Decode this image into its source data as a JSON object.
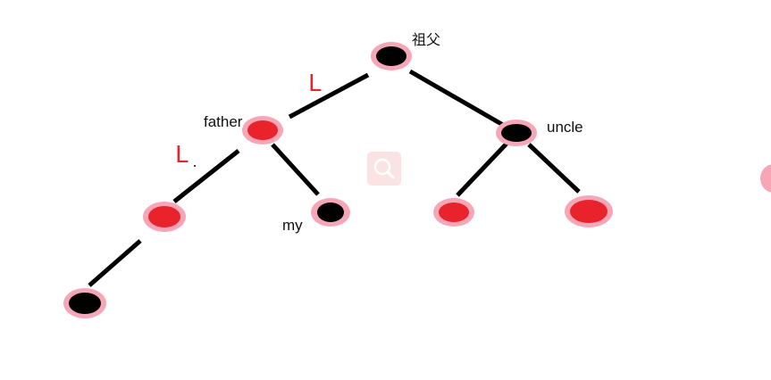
{
  "nodes": {
    "grandfather": {
      "label": "祖父",
      "color": "black"
    },
    "father": {
      "label": "father",
      "color": "red"
    },
    "uncle": {
      "label": "uncle",
      "color": "black"
    },
    "left_child": {
      "label": "",
      "color": "red"
    },
    "my": {
      "label": "my",
      "color": "black"
    },
    "uncle_left": {
      "label": "",
      "color": "red"
    },
    "uncle_right": {
      "label": "",
      "color": "red"
    },
    "new_node": {
      "label": "",
      "color": "black"
    }
  },
  "edge_markers": {
    "grandfather_father": "L",
    "father_leftchild": "L"
  },
  "colors": {
    "red_node": "#e8232c",
    "black_node": "#000000",
    "node_ring": "#f7a6b8",
    "marker": "#e8232c"
  },
  "zoom_icon": "magnifier-icon"
}
